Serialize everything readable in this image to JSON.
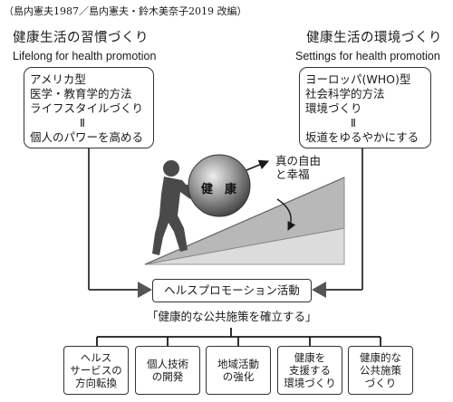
{
  "citation": "（島内憲夫1987／島内憲夫・鈴木美奈子2019 改編）",
  "left": {
    "title": "健康生活の習慣づくり",
    "subtitle": "Lifelong for health promotion",
    "lines": [
      "アメリカ型",
      "医学・教育学的方法",
      "ライフスタイルづくり",
      "Ⅱ",
      "個人のパワーを高める"
    ]
  },
  "right": {
    "title": "健康生活の環境づくり",
    "subtitle": "Settings for health promotion",
    "lines": [
      "ヨーロッパ(WHO)型",
      "社会科学的方法",
      "環境づくり",
      "Ⅱ",
      "坂道をゆるやかにする"
    ]
  },
  "illustration": {
    "ball_label": "健　康",
    "goal_line1": "真の自由",
    "goal_line2": "と幸福"
  },
  "center": {
    "activity": "ヘルスプロモーション活動",
    "policy": "「健康的な公共施策を確立する」"
  },
  "actions": [
    [
      "ヘルス",
      "サービスの",
      "方向転換"
    ],
    [
      "個人技術",
      "の開発"
    ],
    [
      "地域活動",
      "の強化"
    ],
    [
      "健康を",
      "支援する",
      "環境づくり"
    ],
    [
      "健康的な",
      "公共施策",
      "づくり"
    ]
  ],
  "colors": {
    "ink": "#1a1a1a",
    "slope": "#c9c9c9",
    "person": "#4a4a4a"
  }
}
